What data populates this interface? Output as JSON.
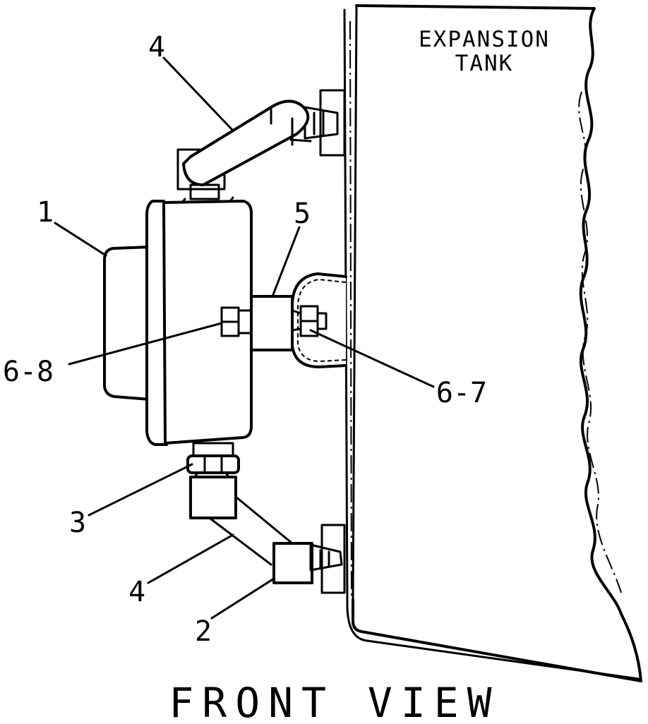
{
  "diagram": {
    "tank_label_line1": "EXPANSION",
    "tank_label_line2": "TANK",
    "view_title": "FRONT VIEW",
    "callouts": {
      "top_hose": "4",
      "gauge_body": "1",
      "bracket": "5",
      "bolt_left": "6-8",
      "bolt_right": "6-7",
      "nut_fitting": "3",
      "bottom_hose": "4",
      "elbow": "2"
    }
  }
}
